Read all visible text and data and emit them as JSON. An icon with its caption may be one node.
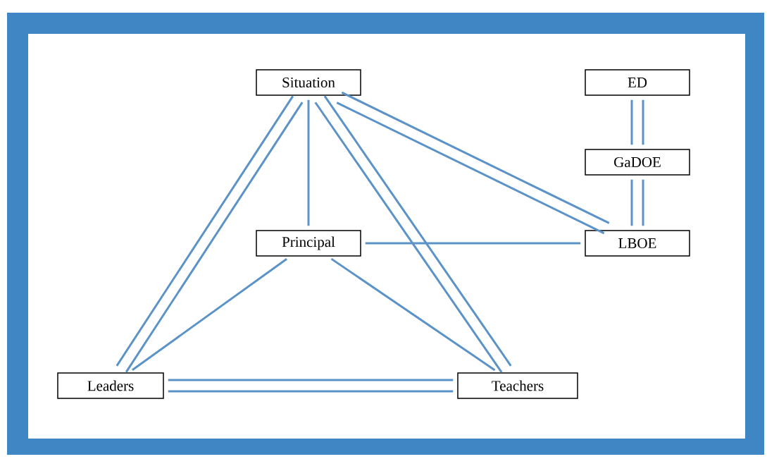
{
  "diagram": {
    "nodes": [
      {
        "text": [
          "Situation"
        ]
      },
      {
        "text": [
          "ED"
        ]
      },
      {
        "text": [
          "GaDOE"
        ]
      },
      {
        "text": [
          "Principal"
        ]
      },
      {
        "text": [
          "LBOE"
        ]
      },
      {
        "text": [
          "Leaders"
        ]
      },
      {
        "text": [
          "Teachers"
        ]
      }
    ],
    "edges": [
      {
        "from": 0,
        "to": 5,
        "arrow": "none"
      },
      {
        "from": 0,
        "to": 5,
        "arrow": "none"
      },
      {
        "from": 0,
        "to": 3,
        "arrow": "none"
      },
      {
        "from": 0,
        "to": 6,
        "arrow": "none"
      },
      {
        "from": 0,
        "to": 6,
        "arrow": "none"
      },
      {
        "from": 0,
        "to": 4,
        "arrow": "none"
      },
      {
        "from": 0,
        "to": 4,
        "arrow": "none"
      },
      {
        "from": 1,
        "to": 2,
        "arrow": "none"
      },
      {
        "from": 1,
        "to": 2,
        "arrow": "none"
      },
      {
        "from": 2,
        "to": 4,
        "arrow": "none"
      },
      {
        "from": 2,
        "to": 4,
        "arrow": "none"
      },
      {
        "from": 3,
        "to": 4,
        "arrow": "none"
      },
      {
        "from": 3,
        "to": 5,
        "arrow": "none"
      },
      {
        "from": 3,
        "to": 6,
        "arrow": "none"
      },
      {
        "from": 5,
        "to": 6,
        "arrow": "none"
      },
      {
        "from": 5,
        "to": 6,
        "arrow": "none"
      }
    ]
  }
}
